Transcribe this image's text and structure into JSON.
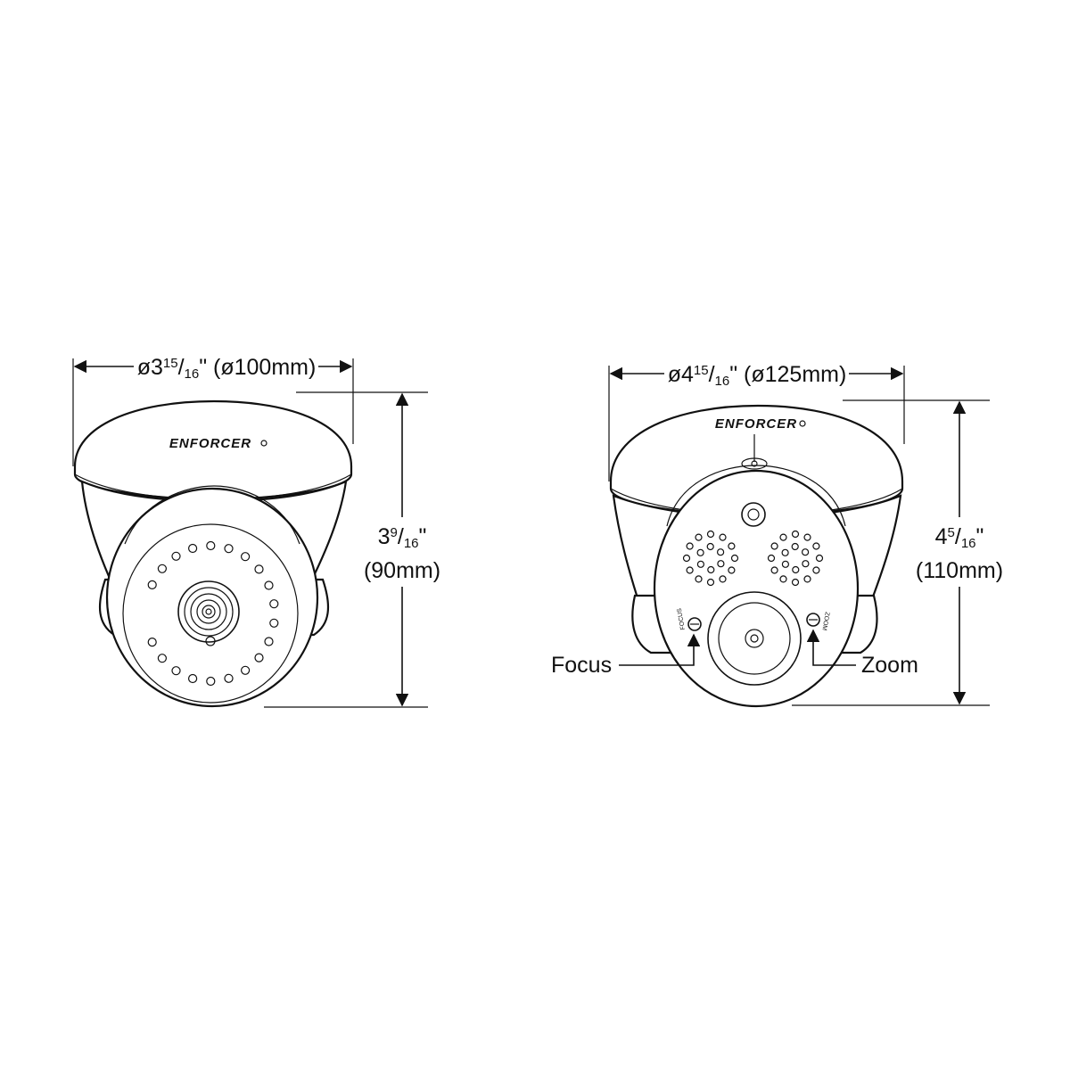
{
  "camera_small": {
    "brand": "ENFORCER",
    "width_label": {
      "prefix": "ø3",
      "num": "15",
      "slash": "/",
      "den": "16",
      "suffix": "\" (ø100mm)"
    },
    "height_label": {
      "whole": "3",
      "num": "9",
      "slash": "/",
      "den": "16",
      "quote": "\"",
      "metric": "(90mm)"
    }
  },
  "camera_large": {
    "brand": "ENFORCER",
    "width_label": {
      "prefix": "ø4",
      "num": "15",
      "slash": "/",
      "den": "16",
      "suffix": "\" (ø125mm)"
    },
    "height_label": {
      "whole": "4",
      "num": "5",
      "slash": "/",
      "den": "16",
      "quote": "\"",
      "metric": "(110mm)"
    },
    "callouts": {
      "focus": "Focus",
      "zoom": "Zoom"
    },
    "dial_labels": {
      "focus": "FOCUS",
      "zoom": "ZOOM"
    }
  },
  "colors": {
    "line": "#111111",
    "background": "#ffffff"
  }
}
